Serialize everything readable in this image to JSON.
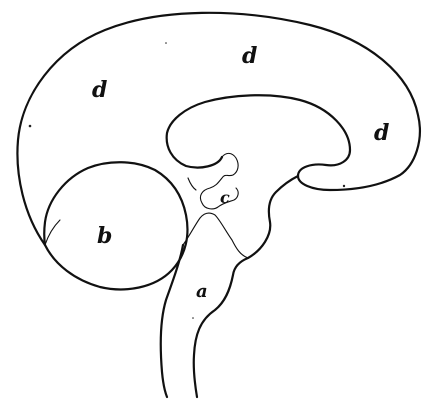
{
  "labels": {
    "a": "a",
    "b": "b",
    "c": "c",
    "d_top": "d",
    "d_left": "d",
    "d_right": "d"
  }
}
